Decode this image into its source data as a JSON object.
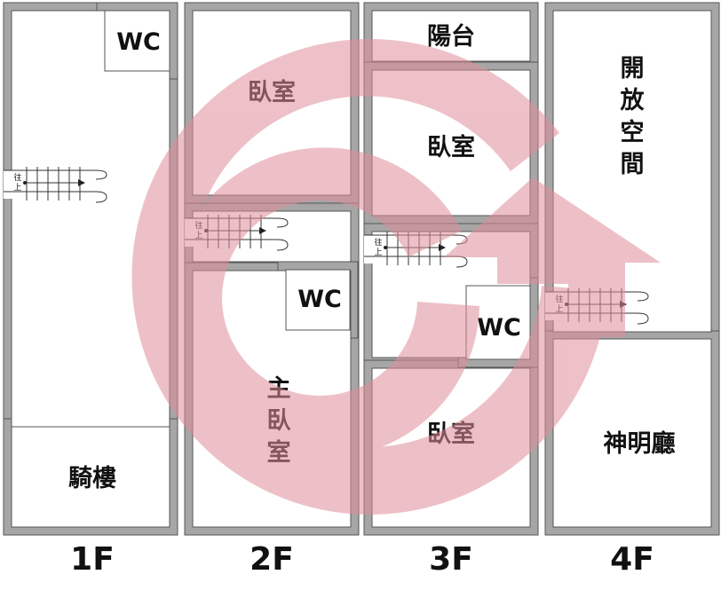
{
  "colors": {
    "wall": "#a6a6a6",
    "wall_outline": "#555555",
    "logo": "#e08e9a",
    "accent_text": "#5a1a24"
  },
  "logo": {
    "icon": "house-g-logo-watermark"
  },
  "stair_label": "往上",
  "floors": [
    {
      "id": "1f",
      "label": "1F",
      "rooms": [
        {
          "id": "1f-wc",
          "label": "WC"
        },
        {
          "id": "1f-arcade",
          "label": "騎樓"
        }
      ]
    },
    {
      "id": "2f",
      "label": "2F",
      "rooms": [
        {
          "id": "2f-bedroom",
          "label": "臥室"
        },
        {
          "id": "2f-wc",
          "label": "WC"
        },
        {
          "id": "2f-master-bedroom",
          "label": "主臥室"
        }
      ]
    },
    {
      "id": "3f",
      "label": "3F",
      "rooms": [
        {
          "id": "3f-balcony",
          "label": "陽台"
        },
        {
          "id": "3f-bedroom-top",
          "label": "臥室"
        },
        {
          "id": "3f-wc",
          "label": "WC"
        },
        {
          "id": "3f-bedroom-bottom",
          "label": "臥室"
        }
      ]
    },
    {
      "id": "4f",
      "label": "4F",
      "rooms": [
        {
          "id": "4f-open-space",
          "label": "開放空間"
        },
        {
          "id": "4f-shrine-hall",
          "label": "神明廳"
        }
      ]
    }
  ]
}
